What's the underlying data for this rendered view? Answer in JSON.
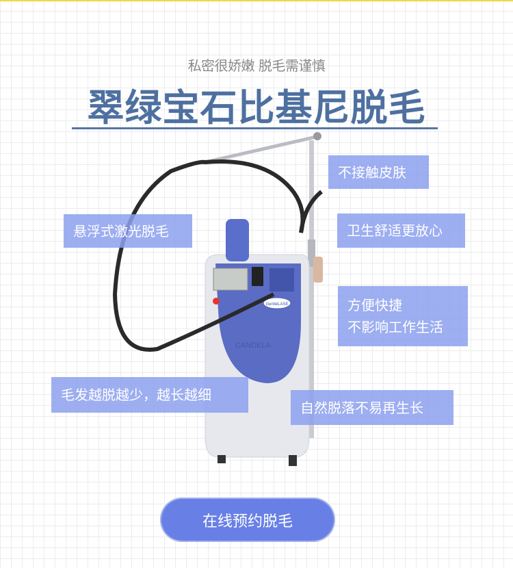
{
  "header": {
    "subtitle": "私密很娇嫩 脱毛需谨慎",
    "title": "翠绿宝石比基尼脱毛"
  },
  "product": {
    "brand_logo": "CANDELA",
    "model_logo": "GentleLASE"
  },
  "features": [
    {
      "text": "不接触皮肤"
    },
    {
      "text": "悬浮式激光脱毛"
    },
    {
      "text": "卫生舒适更放心"
    },
    {
      "line1": "方便快捷",
      "line2": "不影响工作生活"
    },
    {
      "text": "毛发越脱越少，越长越细"
    },
    {
      "text": "自然脱落不易再生长"
    }
  ],
  "cta": {
    "label": "在线预约脱毛"
  },
  "colors": {
    "title": "#4e70a0",
    "tag_bg": "#8ca0ee",
    "cta_bg": "#6880e6",
    "top_bar": "#f3d642"
  }
}
